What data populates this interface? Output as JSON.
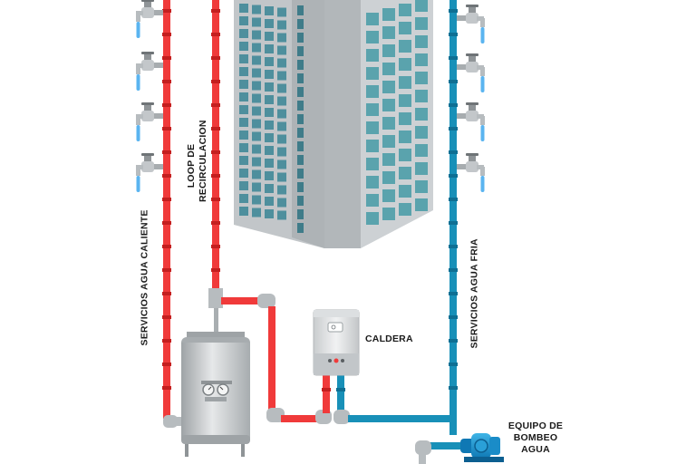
{
  "labels": {
    "hot_water": "SERVICIOS AGUA CALIENTE",
    "loop_line1": "LOOP DE",
    "loop_line2": "RECIRCULACION",
    "cold_water": "SERVICIOS AGUA FRIA",
    "boiler": "CALDERA",
    "pump_line1": "EQUIPO DE",
    "pump_line2": "BOMBEO",
    "pump_line3": "AGUA"
  },
  "colors": {
    "hot_pipe": "#f03a3a",
    "hot_joint": "#c41f1f",
    "cold_pipe": "#1890b8",
    "cold_joint": "#0f6f93",
    "water_drop": "#5ab4f0",
    "building": "#b9bec2",
    "window": "#4e8f9d",
    "metal": "#b7bcbf"
  },
  "icons": [
    "faucet-icon",
    "building-icon",
    "tank-icon",
    "boiler-icon",
    "pump-icon",
    "pressure-gauge-icon"
  ]
}
